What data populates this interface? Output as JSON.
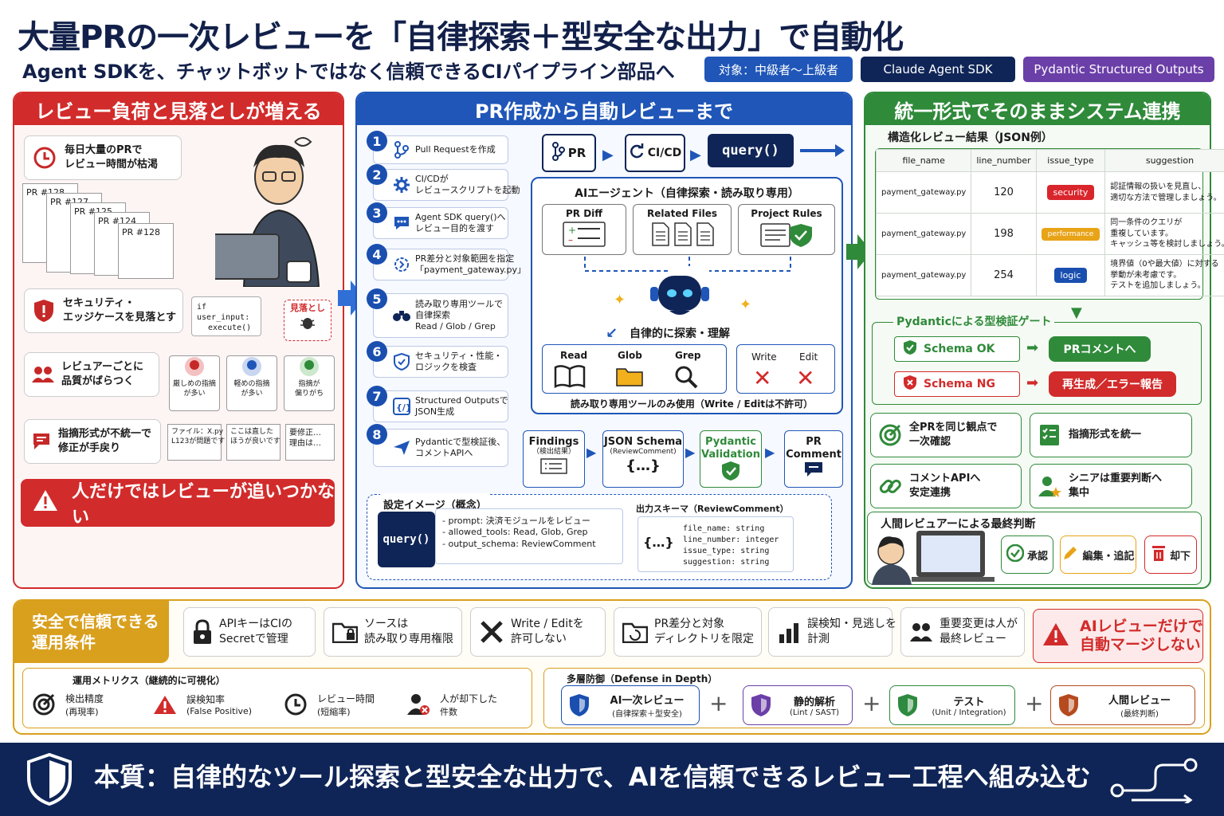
{
  "header": {
    "title": "大量PRの一次レビューを「自律探索＋型安全な出力」で自動化",
    "subtitle": "Agent SDKを、チャットボットではなく信頼できるCIパイプライン部品へ",
    "tags": [
      "対象：中級者〜上級者",
      "Claude Agent SDK",
      "Pydantic Structured Outputs"
    ]
  },
  "left": {
    "title": "レビュー負荷と見落としが増える",
    "problem1": "毎日大量のPRで\nレビュー時間が枯渇",
    "pr_labels": [
      "PR #128",
      "PR #127",
      "PR #125",
      "PR #124",
      "PR #128"
    ],
    "problem2": "セキュリティ・\nエッジケースを見落とす",
    "code1": "if user_input:",
    "code2": "execute()",
    "miss": "見落とし",
    "problem3": "レビュアーごとに\n品質がばらつく",
    "bubbles": [
      "厳しめの指摘\nが多い",
      "軽めの指摘\nが多い",
      "指摘が\n偏りがち"
    ],
    "problem4": "指摘形式が不統一で\n修正が手戻り",
    "notes": [
      "ファイル：X.py\nL123が問題です",
      "ここは直した\nほうが良いです",
      "要修正…\n理由は…"
    ],
    "alert": "人だけではレビューが追いつかない"
  },
  "middle": {
    "title": "PR作成から自動レビューまで",
    "steps": [
      "Pull Requestを作成",
      "CI/CDが\nレビュースクリプトを起動",
      "Agent SDK query()へ\nレビュー目的を渡す",
      "PR差分と対象範囲を指定\n「payment_gateway.py」",
      "読み取り専用ツールで\n自律探索\nRead / Glob / Grep",
      "セキュリティ・性能・\nロジックを検査",
      "Structured Outputsで\nJSON生成",
      "Pydanticで型検証後、\nコメントAPIへ"
    ],
    "flow_pr": "PR",
    "flow_ci": "CI/CD",
    "flow_query": "query()",
    "agent_title": "AIエージェント（自律探索・読み取り専用）",
    "sources": [
      "PR Diff",
      "Related Files",
      "Project Rules"
    ],
    "explore": "自律的に探索・理解",
    "tools": [
      "Read",
      "Glob",
      "Grep"
    ],
    "forbidden": [
      "Write",
      "Edit"
    ],
    "readonly_note": "読み取り専用ツールのみ使用（Write / Editは不許可）",
    "pipeline": [
      {
        "t": "Findings",
        "s": "（検出結果）"
      },
      {
        "t": "JSON Schema",
        "s": "(ReviewComment)"
      },
      {
        "t": "Pydantic\nValidation",
        "s": ""
      },
      {
        "t": "PR\nComment",
        "s": ""
      }
    ],
    "config_title": "設定イメージ（概念）",
    "config_query": "query()",
    "config_lines": [
      "- prompt:      決済モジュールをレビュー",
      "- allowed_tools:  Read, Glob, Grep",
      "- output_schema:  ReviewComment"
    ],
    "schema_title": "出力スキーマ（ReviewComment）",
    "schema_lines": [
      "file_name: string",
      "line_number: integer",
      "issue_type: string",
      "suggestion: string"
    ],
    "schema_brace": "{…}"
  },
  "right": {
    "title": "統一形式でそのままシステム連携",
    "table_title": "構造化レビュー結果（JSON例）",
    "columns": [
      "file_name",
      "line_number",
      "issue_type",
      "suggestion"
    ],
    "rows": [
      {
        "file": "payment_gateway.py",
        "line": "120",
        "type": "security",
        "color": "#d9262c",
        "sugg": "認証情報の扱いを見直し、\n適切な方法で管理しましょう。"
      },
      {
        "file": "payment_gateway.py",
        "line": "198",
        "type": "performance",
        "color": "#e8a317",
        "sugg": "同一条件のクエリが\n重複しています。\nキャッシュ等を検討しましょう。"
      },
      {
        "file": "payment_gateway.py",
        "line": "254",
        "type": "logic",
        "color": "#1a4fb0",
        "sugg": "境界値（0や最大値）に対する\n挙動が未考慮です。\nテストを追加しましょう。"
      }
    ],
    "gate_title": "Pydanticによる型検証ゲート",
    "ok": "Schema OK",
    "ok_action": "PRコメントへ",
    "ng": "Schema NG",
    "ng_action": "再生成／エラー報告",
    "benefits": [
      "全PRを同じ観点で\n一次確認",
      "指摘形式を統一",
      "コメントAPIへ\n安定連携",
      "シニアは重要判断へ\n集中"
    ],
    "human_title": "人間レビュアーによる最終判断",
    "actions": [
      "承認",
      "編集・追記",
      "却下"
    ]
  },
  "bottom": {
    "cond_title": "安全で信頼できる\n運用条件",
    "conditions": [
      "APIキーはCIの\nSecretで管理",
      "ソースは\n読み取り専用権限",
      "Write / Editを\n許可しない",
      "PR差分と対象\nディレクトリを限定",
      "誤検知・見逃しを\n計測",
      "重要変更は人が\n最終レビュー"
    ],
    "no_merge": "AIレビューだけで\n自動マージしない",
    "metrics_title": "運用メトリクス（継続的に可視化）",
    "metrics": [
      {
        "t": "検出精度",
        "s": "(再現率)"
      },
      {
        "t": "誤検知率",
        "s": "(False Positive)"
      },
      {
        "t": "レビュー時間",
        "s": "(短縮率)"
      },
      {
        "t": "人が却下した",
        "s": "件数"
      }
    ],
    "defense_title": "多層防御（Defense in Depth）",
    "defense": [
      {
        "t": "AI一次レビュー",
        "s": "(自律探索＋型安全)",
        "c": "#1a4fb0"
      },
      {
        "t": "静的解析",
        "s": "(Lint / SAST)",
        "c": "#6b3fa8"
      },
      {
        "t": "テスト",
        "s": "(Unit / Integration)",
        "c": "#2d8a3e"
      },
      {
        "t": "人間レビュー",
        "s": "(最終判断)",
        "c": "#b54a1e"
      }
    ],
    "plus": "+"
  },
  "footer": {
    "text": "本質：自律的なツール探索と型安全な出力で、AIを信頼できるレビュー工程へ組み込む"
  },
  "colors": {
    "navy": "#0f2557",
    "red": "#d22b2b",
    "blue": "#1f56b8",
    "green": "#2f8a3a",
    "gold": "#d9a01e"
  }
}
